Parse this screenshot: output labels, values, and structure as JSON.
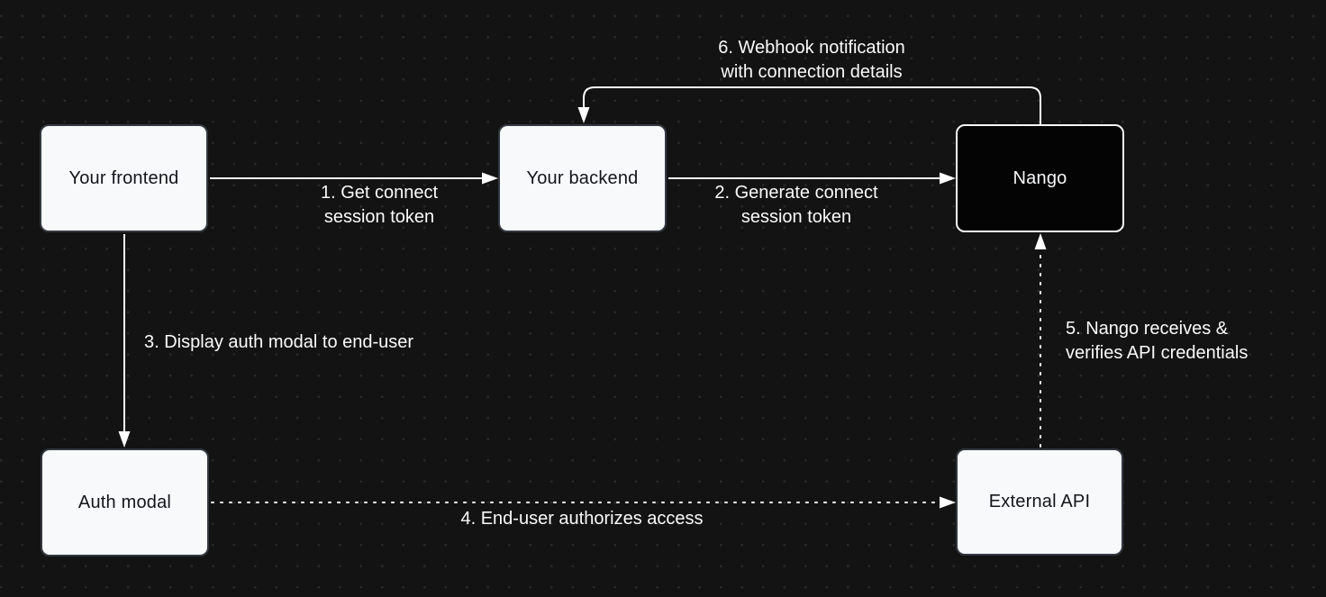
{
  "canvas": {
    "background_color": "#131314",
    "dot_grid_color": "#28292c",
    "line_color": "#ffffff",
    "label_color": "#fafafa"
  },
  "nodes": [
    {
      "id": "your-frontend",
      "label": "Your frontend",
      "variant": "light",
      "fill": "#f8f9fb",
      "text_color": "#13151a"
    },
    {
      "id": "your-backend",
      "label": "Your backend",
      "variant": "light",
      "fill": "#f8f9fb",
      "text_color": "#13151a"
    },
    {
      "id": "nango",
      "label": "Nango",
      "variant": "dark",
      "fill": "#040404",
      "text_color": "#f6f7f9"
    },
    {
      "id": "auth-modal",
      "label": "Auth modal",
      "variant": "light",
      "fill": "#f8f9fb",
      "text_color": "#13151a"
    },
    {
      "id": "external-api",
      "label": "External API",
      "variant": "light",
      "fill": "#f8f9fb",
      "text_color": "#13151a"
    }
  ],
  "edges": [
    {
      "id": "get-connect-session-token",
      "step": 1,
      "from": "your-frontend",
      "to": "your-backend",
      "style": "solid",
      "lines": [
        "1. Get connect",
        "session token"
      ]
    },
    {
      "id": "generate-connect-session-token",
      "step": 2,
      "from": "your-backend",
      "to": "nango",
      "style": "solid",
      "lines": [
        "2. Generate connect",
        "session token"
      ]
    },
    {
      "id": "display-auth-modal",
      "step": 3,
      "from": "your-frontend",
      "to": "auth-modal",
      "style": "solid",
      "lines": [
        "3. Display auth modal to end-user"
      ]
    },
    {
      "id": "end-user-authorizes-access",
      "step": 4,
      "from": "auth-modal",
      "to": "external-api",
      "style": "dotted",
      "lines": [
        "4. End-user authorizes access"
      ]
    },
    {
      "id": "nango-verifies-credentials",
      "step": 5,
      "from": "external-api",
      "to": "nango",
      "style": "dotted",
      "lines": [
        "5. Nango receives &",
        "verifies API credentials"
      ]
    },
    {
      "id": "webhook-notification",
      "step": 6,
      "from": "nango",
      "to": "your-backend",
      "style": "solid",
      "lines": [
        "6. Webhook notification",
        "with connection details"
      ]
    }
  ]
}
